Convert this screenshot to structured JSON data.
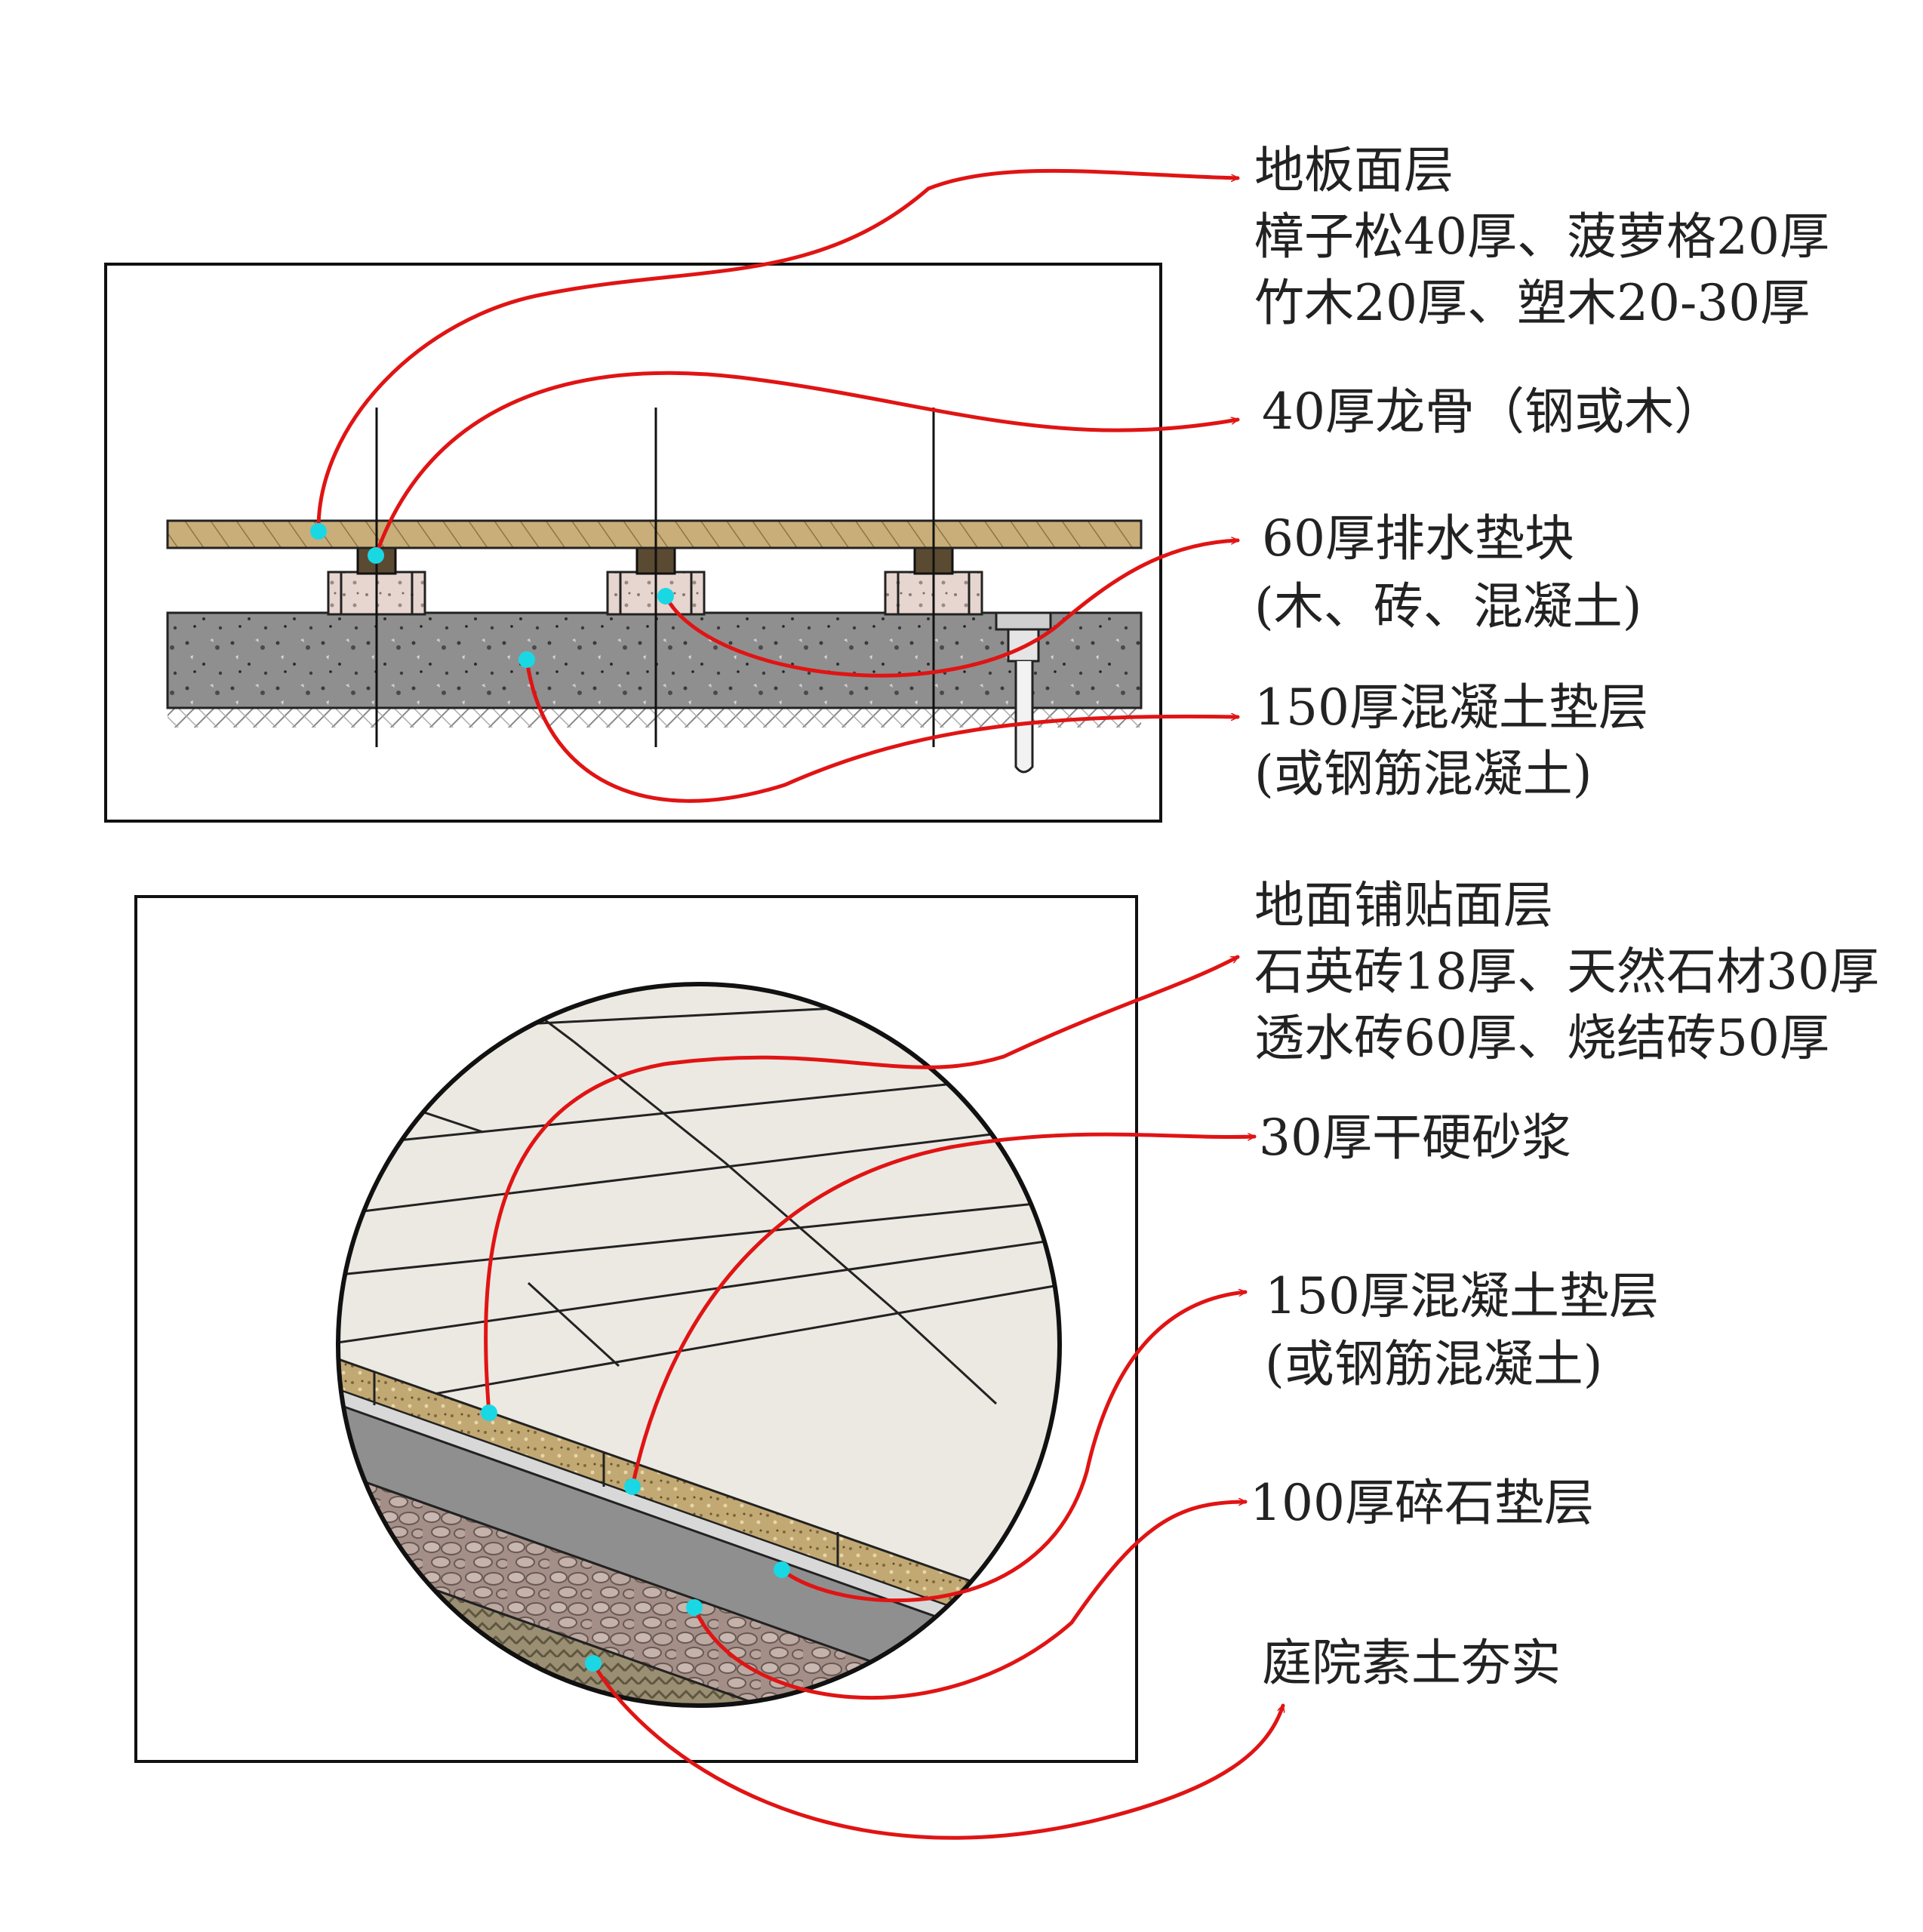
{
  "deck_section": {
    "labels": [
      {
        "lines": [
          "地板面层",
          "樟子松40厚、菠萝格20厚",
          "竹木20厚、塑木20-30厚"
        ]
      },
      {
        "lines": [
          "40厚龙骨（钢或木）"
        ]
      },
      {
        "lines": [
          "60厚排水垫块",
          "(木、砖、混凝土)"
        ]
      },
      {
        "lines": [
          "150厚混凝土垫层",
          "(或钢筋混凝土)"
        ]
      }
    ]
  },
  "paving_section": {
    "labels": [
      {
        "lines": [
          "地面铺贴面层",
          "石英砖18厚、天然石材30厚",
          "透水砖60厚、烧结砖50厚"
        ]
      },
      {
        "lines": [
          "30厚干硬砂浆"
        ]
      },
      {
        "lines": [
          "150厚混凝土垫层",
          "(或钢筋混凝土)"
        ]
      },
      {
        "lines": [
          "100厚碎石垫层"
        ]
      },
      {
        "lines": [
          "庭院素土夯实"
        ]
      }
    ]
  },
  "colors": {
    "leader": "#e01414",
    "anchor_dot": "#19d8e4",
    "wood_deck": "#c9ae7a",
    "concrete": "#8f8f8f",
    "tile": "#ece9e3",
    "mortar": "#c2a873",
    "gravel": "#a48f88",
    "soil": "#9a8f73"
  }
}
